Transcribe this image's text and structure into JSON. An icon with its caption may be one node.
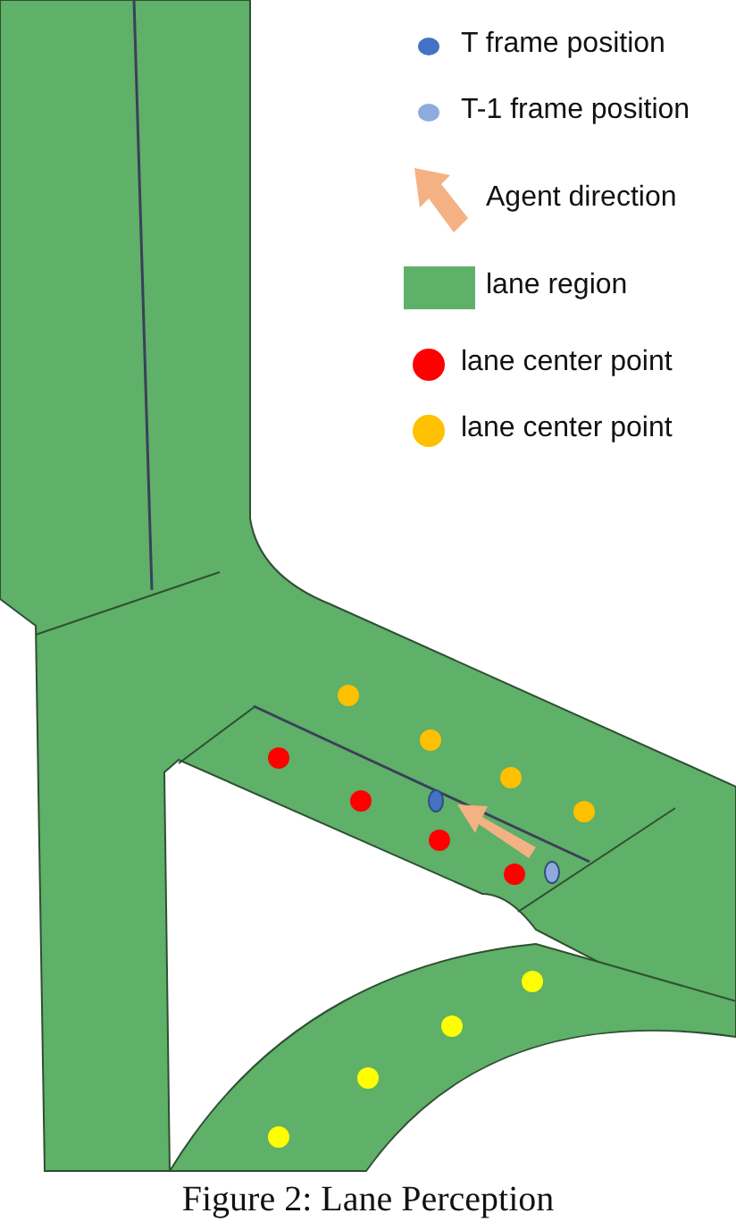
{
  "diagram": {
    "caption": "Figure 2: Lane Perception",
    "legend": [
      {
        "text": "T frame position",
        "color": "#4472c4"
      },
      {
        "text": "T-1 frame position",
        "color": "#8faadc"
      },
      {
        "text": "Agent direction"
      },
      {
        "text": "lane region",
        "color": "#5fb068"
      },
      {
        "text": "lane center point",
        "color": "#ff0000"
      },
      {
        "text": "lane center point",
        "color": "#ffc000"
      }
    ]
  }
}
